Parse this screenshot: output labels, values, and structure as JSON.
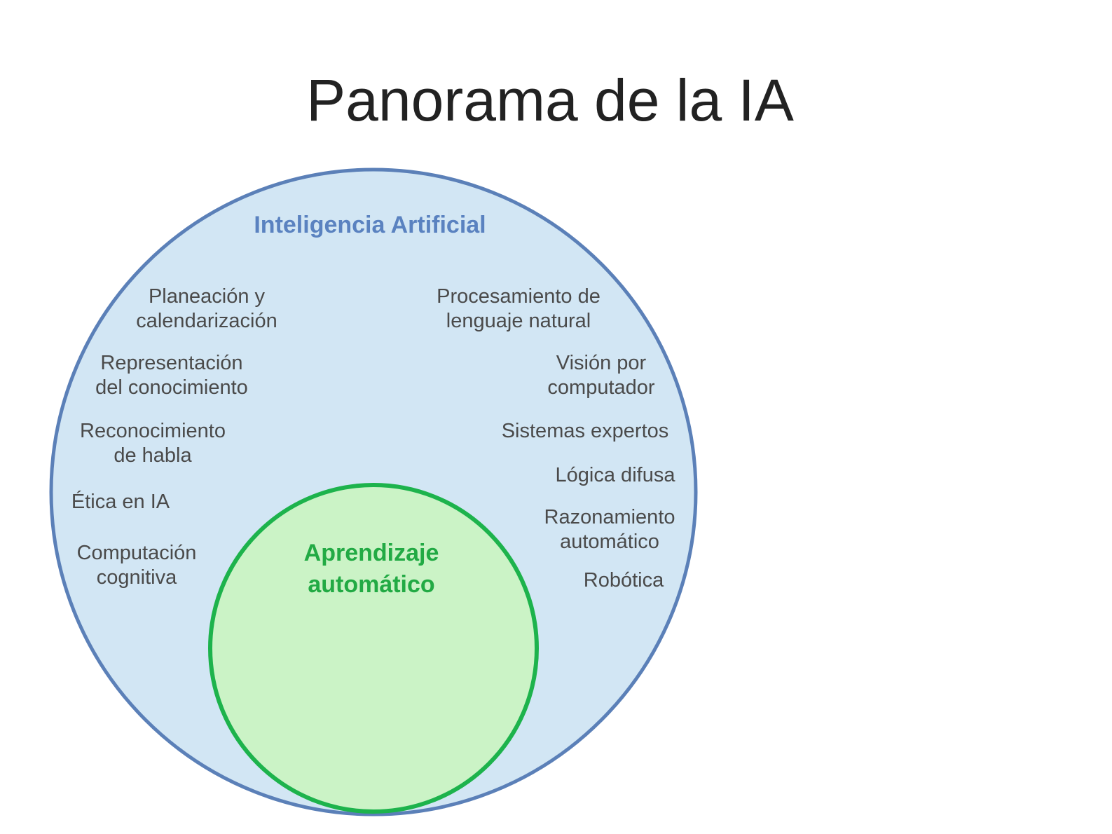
{
  "title": "Panorama de la IA",
  "outer_circle": {
    "label": "Inteligencia Artificial",
    "fill": "#d2e6f4",
    "stroke": "#5b80b8"
  },
  "inner_circle": {
    "label_line1": "Aprendizaje",
    "label_line2": "automático",
    "fill": "#cbf3c6",
    "stroke": "#1db34c"
  },
  "left_items": [
    {
      "line1": "Planeación y",
      "line2": "calendarización"
    },
    {
      "line1": "Representación",
      "line2": "del conocimiento"
    },
    {
      "line1": "Reconocimiento",
      "line2": "de habla"
    },
    {
      "line1": "Ética en IA",
      "line2": ""
    },
    {
      "line1": "Computación",
      "line2": "cognitiva"
    }
  ],
  "right_items": [
    {
      "line1": "Procesamiento de",
      "line2": "lenguaje natural"
    },
    {
      "line1": "Visión por",
      "line2": "computador"
    },
    {
      "line1": "Sistemas expertos",
      "line2": ""
    },
    {
      "line1": "Lógica difusa",
      "line2": ""
    },
    {
      "line1": "Razonamiento",
      "line2": "automático"
    },
    {
      "line1": "Robótica",
      "line2": ""
    }
  ]
}
